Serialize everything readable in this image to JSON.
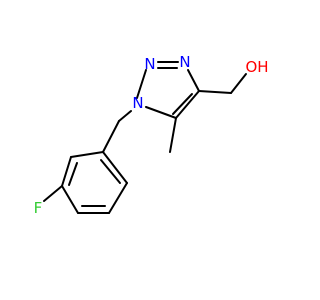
{
  "molecule": {
    "atoms": [
      {
        "id": "N1",
        "label": "N",
        "color": "#0000ff"
      },
      {
        "id": "N2",
        "label": "N",
        "color": "#0000ff"
      },
      {
        "id": "N3",
        "label": "N",
        "color": "#0000ff"
      },
      {
        "id": "O",
        "label": "OH",
        "color": "#ff0000"
      },
      {
        "id": "F",
        "label": "F",
        "color": "#33cc33"
      }
    ]
  }
}
